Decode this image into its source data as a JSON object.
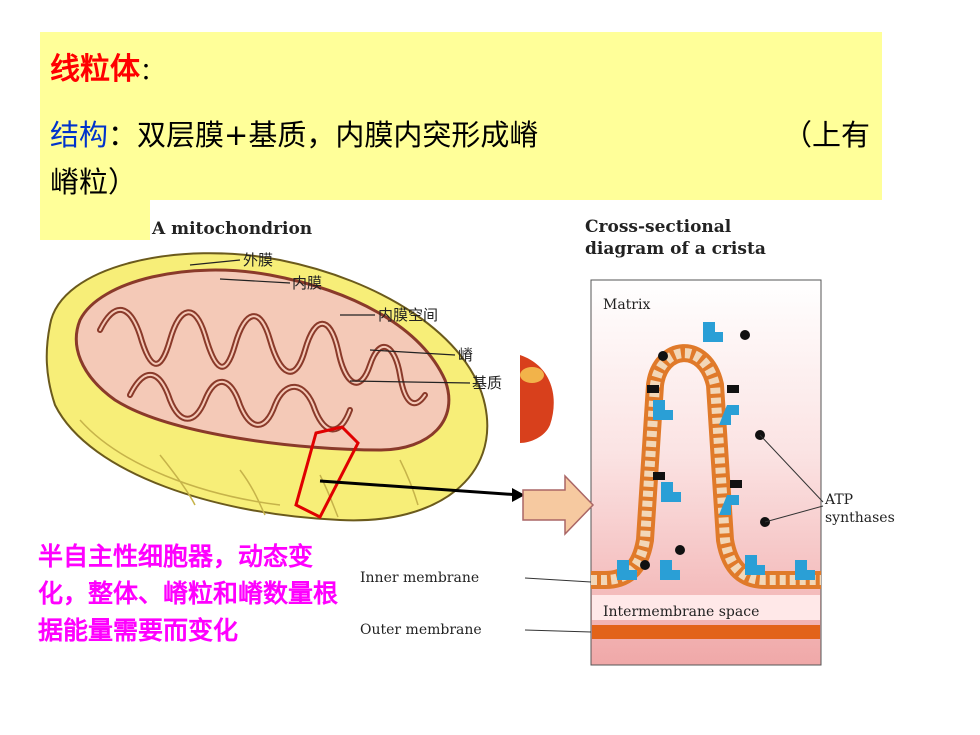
{
  "slide": {
    "title": "线粒体",
    "title_colon": "：",
    "structure_label": "结构",
    "structure_text": "：双层膜+基质，内膜内突形成嵴",
    "structure_paren": "（上有",
    "structure_cont": "嵴粒）",
    "note": "半自主性细胞器，动态变化，整体、嵴粒和嵴数量根据能量需要而变化"
  },
  "left_figure": {
    "title": "A mitochondrion",
    "labels": [
      "外膜",
      "内膜",
      "内膜空间",
      "嵴",
      "基质"
    ]
  },
  "right_figure": {
    "title_line1": "Cross-sectional",
    "title_line2": "diagram of a crista",
    "matrix": "Matrix",
    "atp_line1": "ATP",
    "atp_line2": "synthases",
    "inner_membrane": "Inner membrane",
    "intermembrane_space": "Intermembrane space",
    "outer_membrane": "Outer membrane"
  },
  "colors": {
    "title_red": "#ff0000",
    "label_blue": "#0033cc",
    "box_yellow": "#ffff99",
    "note_magenta": "#ff00ff"
  }
}
